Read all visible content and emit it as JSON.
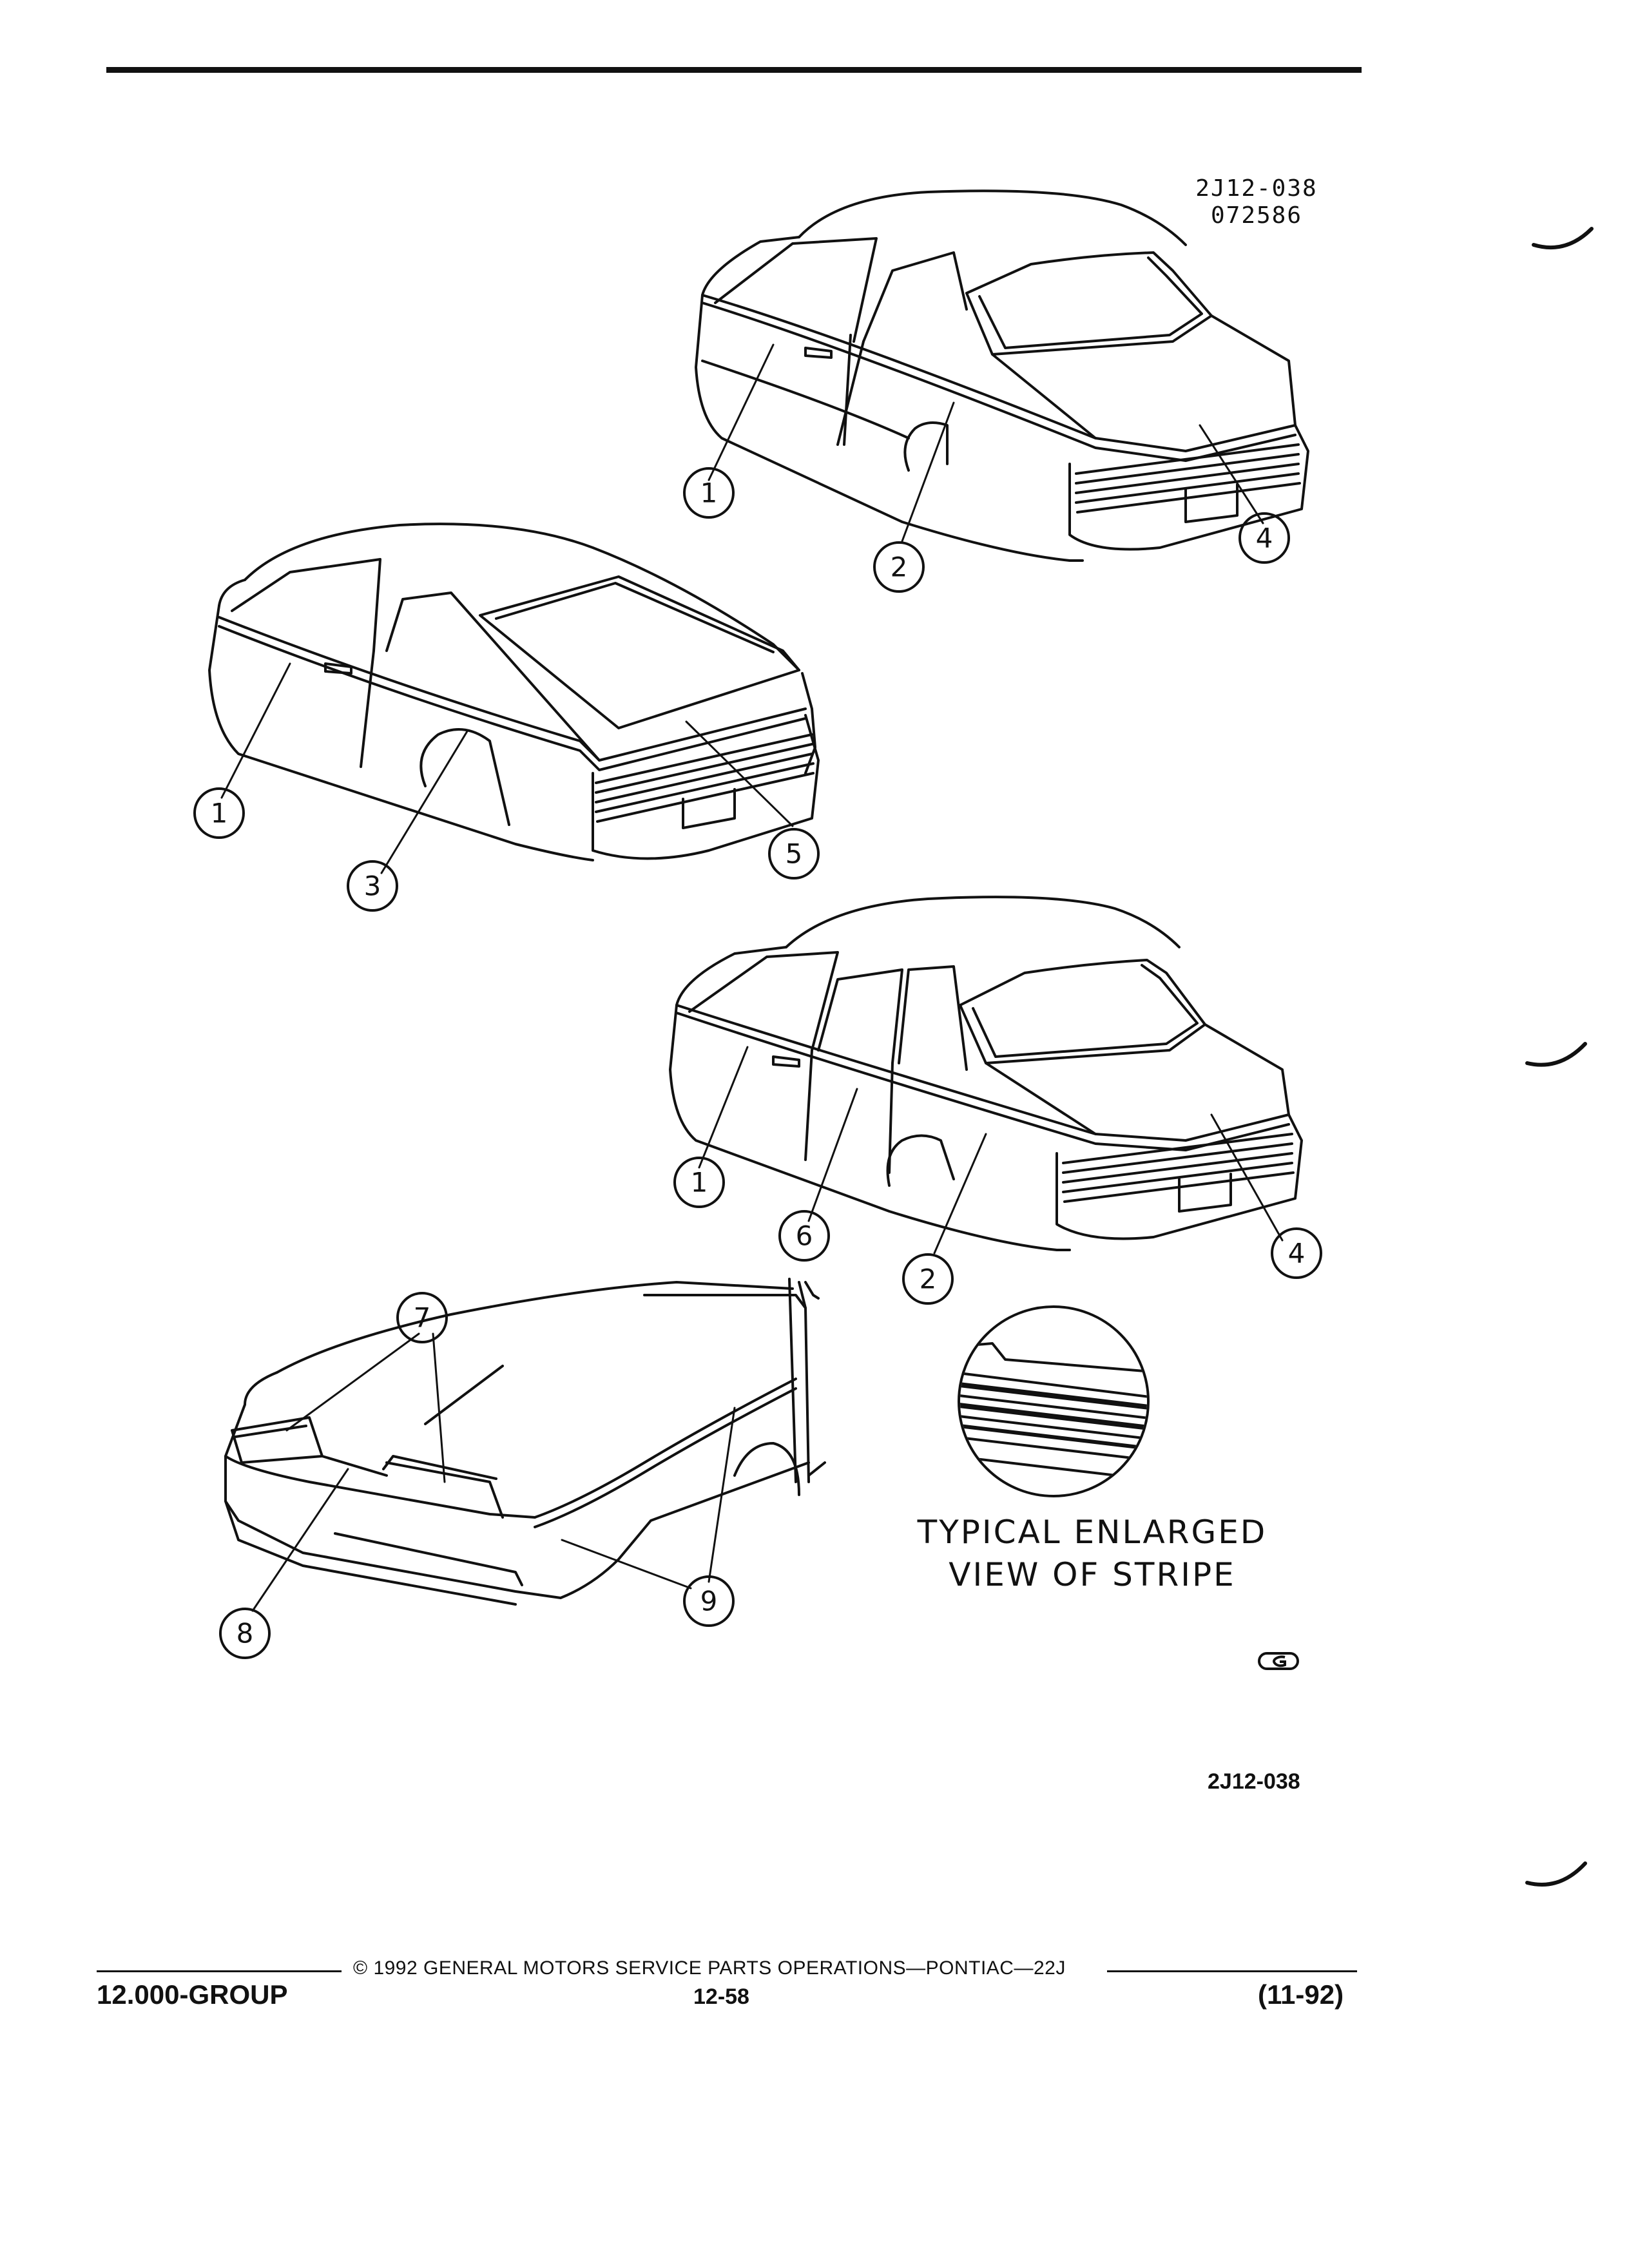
{
  "figure": {
    "code": "2J12-038",
    "date_code": "072586",
    "callouts": [
      "1",
      "2",
      "3",
      "4",
      "5",
      "6",
      "7",
      "8",
      "9"
    ],
    "caption_line1": "TYPICAL ENLARGED",
    "caption_line2": "VIEW OF STRIPE",
    "logo_icon": "gm-g-logo-icon",
    "reference_code": "2J12-038"
  },
  "footer": {
    "copyright": "© 1992 GENERAL MOTORS SERVICE PARTS OPERATIONS—PONTIAC—22J",
    "group": "12.000-GROUP",
    "page": "12-58",
    "date": "(11-92)"
  }
}
